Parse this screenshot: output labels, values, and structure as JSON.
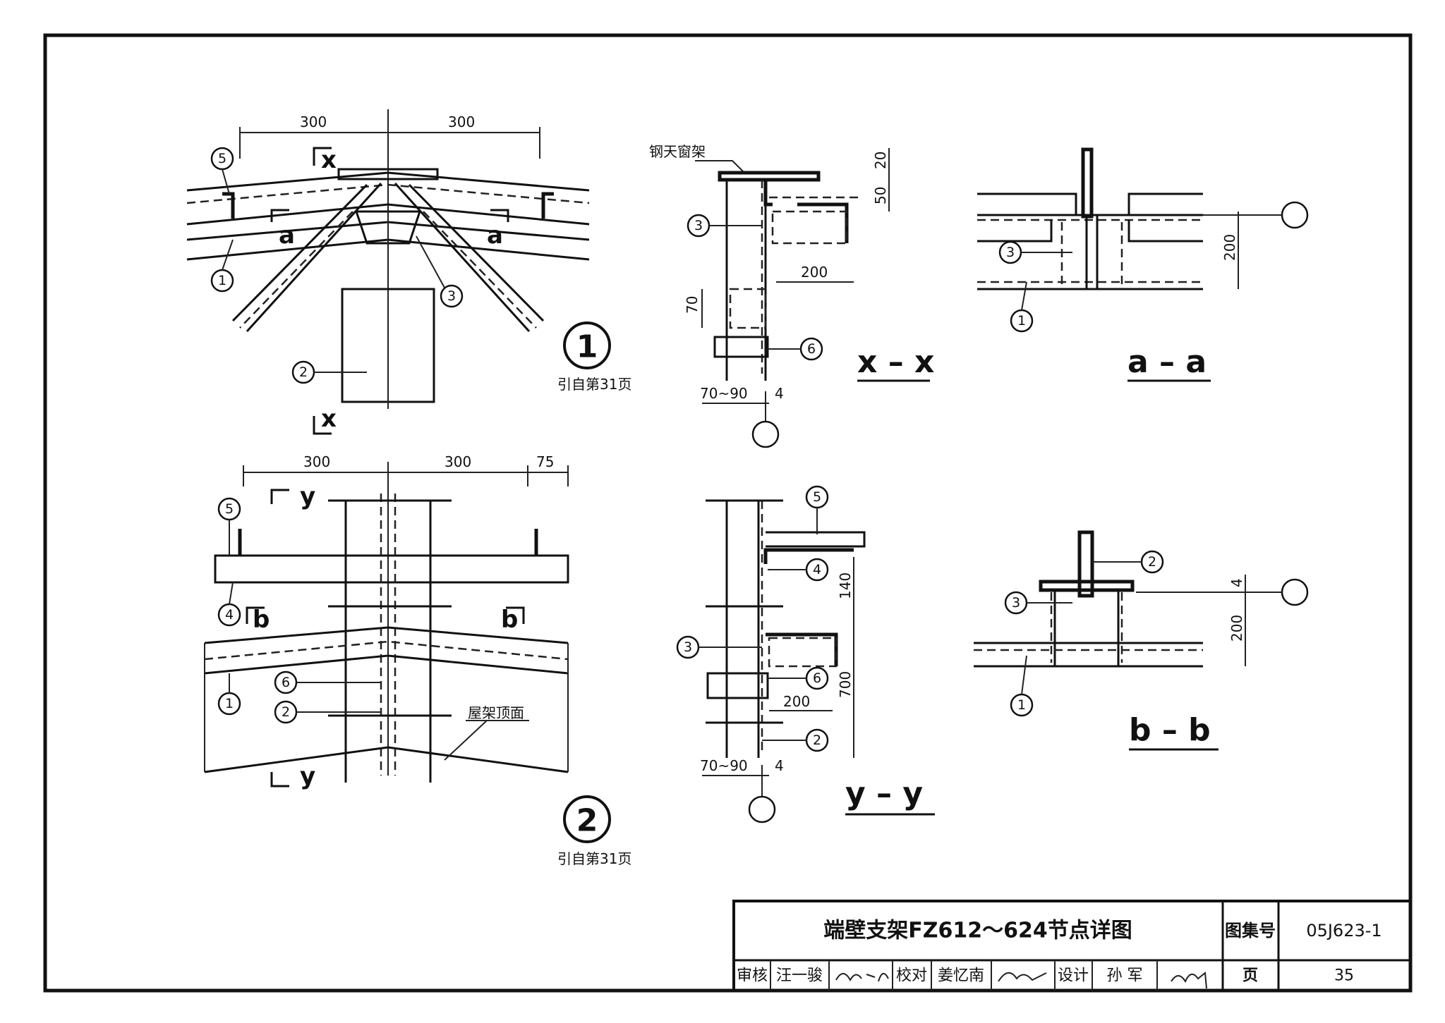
{
  "title_block": {
    "title": "端壁支架FZ612～624节点详图",
    "atlas_label": "图集号",
    "atlas_no": "05J623-1",
    "review_label": "审核",
    "reviewer": "汪一骏",
    "check_label": "校对",
    "checker": "姜忆南",
    "design_label": "设计",
    "designer": "孙 军",
    "page_label": "页",
    "page_no": "35"
  },
  "detail1": {
    "number": "1",
    "ref": "引自第31页",
    "dim_left": "300",
    "dim_right": "300",
    "section_mark": "x",
    "section_a": "a"
  },
  "detail2": {
    "number": "2",
    "ref": "引自第31页",
    "dim_left": "300",
    "dim_mid": "300",
    "dim_right": "75",
    "section_mark": "y",
    "section_b": "b",
    "roof_label": "屋架顶面"
  },
  "section_xx": {
    "title": "x – x",
    "steel_label": "钢天窗架",
    "dim_20": "20",
    "dim_50": "50",
    "dim_200": "200",
    "dim_70": "70",
    "dim_7090": "70~90",
    "dim_4": "4"
  },
  "section_aa": {
    "title": "a – a",
    "dim_200": "200"
  },
  "section_yy": {
    "title": "y – y",
    "dim_140": "140",
    "dim_700": "700",
    "dim_200": "200",
    "dim_7090": "70~90",
    "dim_4": "4"
  },
  "section_bb": {
    "title": "b – b",
    "dim_4": "4",
    "dim_200": "200"
  },
  "callouts": {
    "c1": "1",
    "c2": "2",
    "c3": "3",
    "c4": "4",
    "c5": "5",
    "c6": "6"
  }
}
